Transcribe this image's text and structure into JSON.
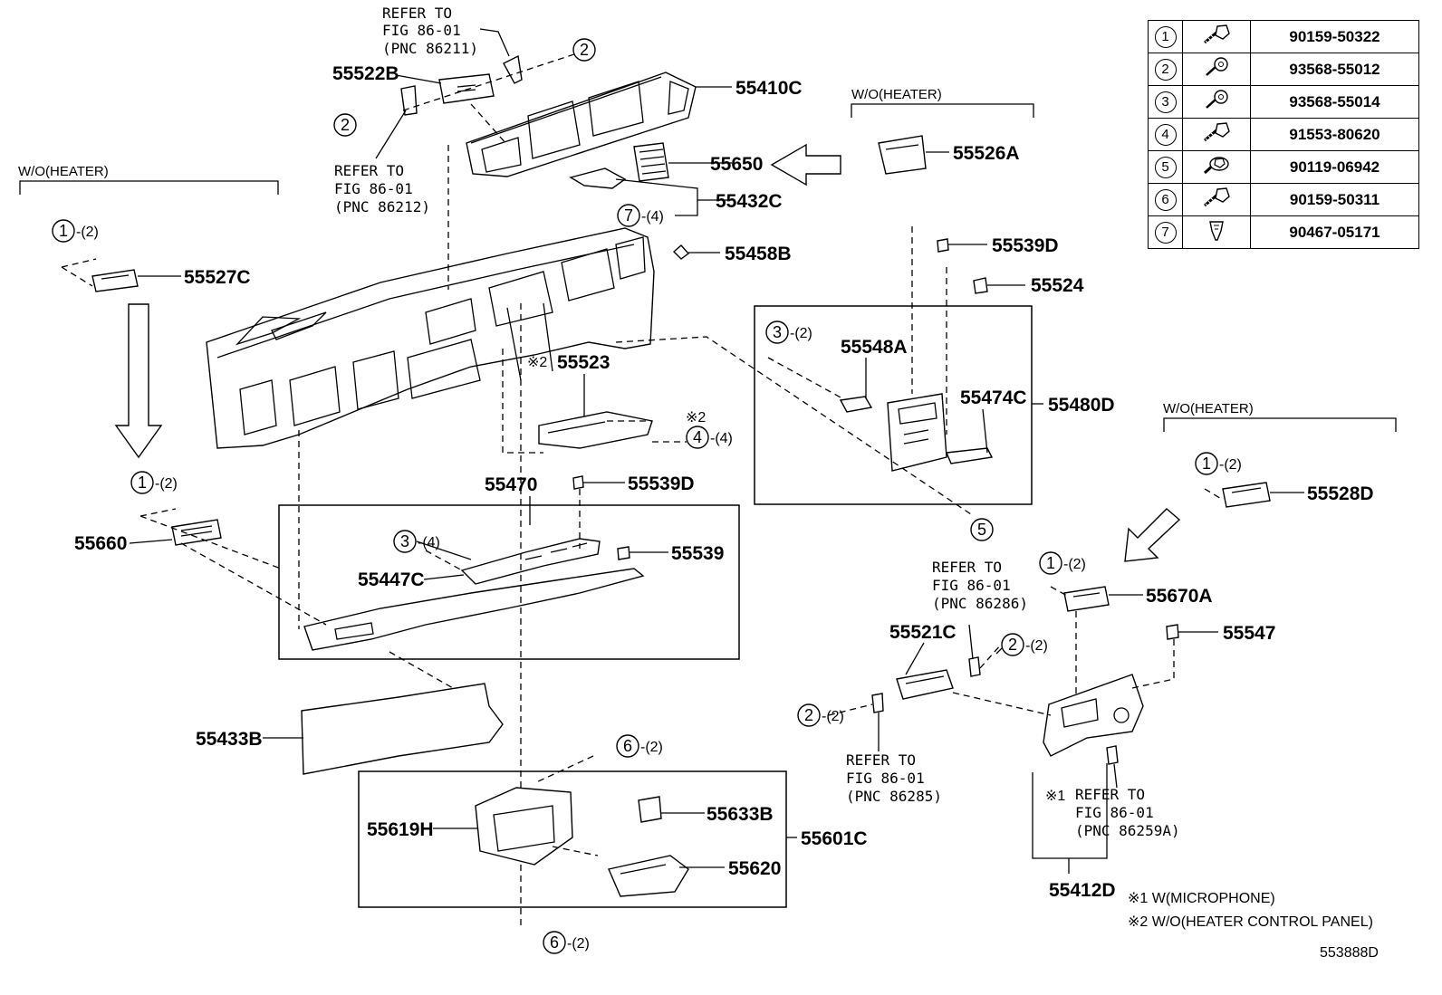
{
  "fasteners": [
    {
      "index": "1",
      "icon": "bolt-icon",
      "part": "90159-50322"
    },
    {
      "index": "2",
      "icon": "screw-icon",
      "part": "93568-55012"
    },
    {
      "index": "3",
      "icon": "screw-icon",
      "part": "93568-55014"
    },
    {
      "index": "4",
      "icon": "bolt-icon",
      "part": "91553-80620"
    },
    {
      "index": "5",
      "icon": "flange-bolt-icon",
      "part": "90119-06942"
    },
    {
      "index": "6",
      "icon": "bolt-icon",
      "part": "90159-50311"
    },
    {
      "index": "7",
      "icon": "clip-icon",
      "part": "90467-05171"
    }
  ],
  "parts": {
    "p55522B": "55522B",
    "p55410C": "55410C",
    "p55650": "55650",
    "p55432C": "55432C",
    "p55526A": "55526A",
    "p55458B": "55458B",
    "p55539D_top": "55539D",
    "p55524": "55524",
    "p55548A": "55548A",
    "p55474C": "55474C",
    "p55480D": "55480D",
    "p55527C": "55527C",
    "p55523": "55523",
    "p55470": "55470",
    "p55539D_mid": "55539D",
    "p55660": "55660",
    "p55539": "55539",
    "p55447C": "55447C",
    "p55528D": "55528D",
    "p55670A": "55670A",
    "p55547": "55547",
    "p55521C": "55521C",
    "p55433B": "55433B",
    "p55619H": "55619H",
    "p55633B": "55633B",
    "p55601C": "55601C",
    "p55620": "55620",
    "p55412D": "55412D"
  },
  "references": {
    "ref_86211": [
      "REFER TO",
      "FIG 86-01",
      "(PNC 86211)"
    ],
    "ref_86212": [
      "REFER TO",
      "FIG 86-01",
      "(PNC 86212)"
    ],
    "ref_86286": [
      "REFER TO",
      "FIG 86-01",
      "(PNC 86286)"
    ],
    "ref_86285": [
      "REFER TO",
      "FIG 86-01",
      "(PNC 86285)"
    ],
    "ref_86259A": [
      "REFER TO",
      "FIG 86-01",
      "(PNC 86259A)"
    ]
  },
  "wo_heater_label": "W/O(HEATER)",
  "mark1": "※1",
  "mark2": "※2",
  "quantities": {
    "q2": "-(2)",
    "q4": "-(4)"
  },
  "notes": [
    "※1 W(MICROPHONE)",
    "※2 W/O(HEATER CONTROL PANEL)"
  ],
  "figure_id": "553888D"
}
